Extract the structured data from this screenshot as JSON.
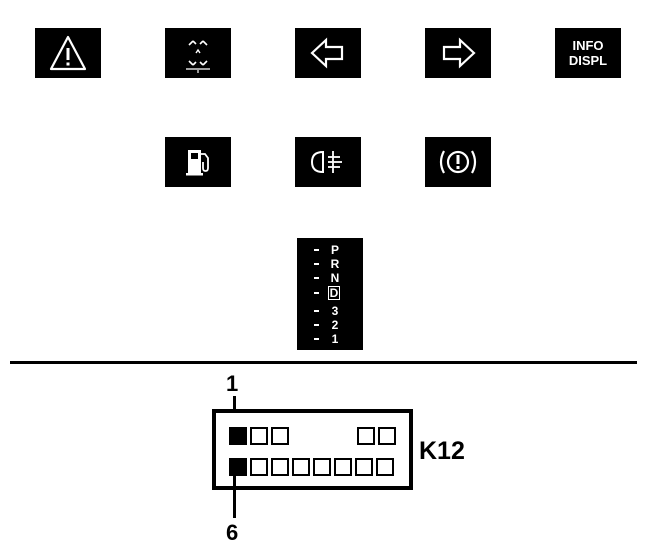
{
  "indicators": {
    "row1": [
      {
        "name": "hazard-warning-icon"
      },
      {
        "name": "snow-warning-icon"
      },
      {
        "name": "turn-left-icon"
      },
      {
        "name": "turn-right-icon"
      },
      {
        "name": "info-display-icon",
        "text_line1": "INFO",
        "text_line2": "DISPL"
      }
    ],
    "row2": [
      {
        "name": "fuel-pump-icon"
      },
      {
        "name": "rear-fog-light-icon"
      },
      {
        "name": "brake-warning-icon"
      }
    ],
    "gear_selector": {
      "positions": [
        "P",
        "R",
        "N",
        "D",
        "3",
        "2",
        "1"
      ],
      "selected": "D"
    }
  },
  "connector": {
    "label": "K12",
    "pin_callout_top": "1",
    "pin_callout_bottom": "6"
  }
}
